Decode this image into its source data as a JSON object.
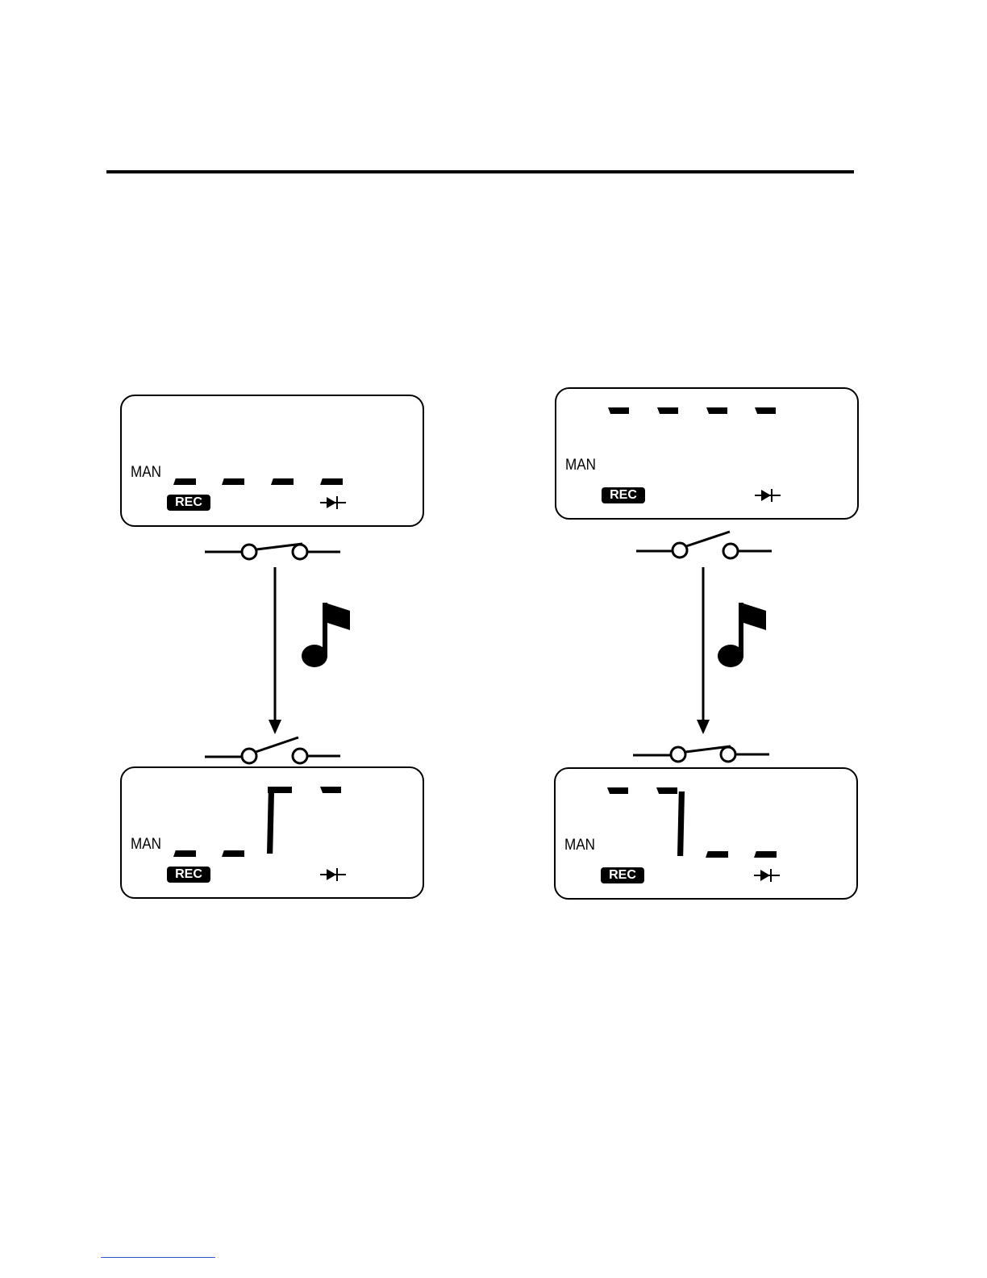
{
  "panels": [
    {
      "name": "left-top",
      "man_label": "MAN",
      "rec_label": "REC",
      "digits": [
        "-",
        "-",
        "-",
        "-"
      ]
    },
    {
      "name": "left-bottom",
      "man_label": "MAN",
      "rec_label": "REC",
      "digits": [
        "-",
        "-",
        "[",
        "-"
      ]
    },
    {
      "name": "right-top",
      "man_label": "MAN",
      "rec_label": "REC",
      "digits": [
        "-",
        "-",
        "-",
        "-"
      ]
    },
    {
      "name": "right-bottom",
      "man_label": "MAN",
      "rec_label": "REC",
      "digits": [
        "-",
        "7",
        "_",
        "_"
      ]
    }
  ],
  "switch_states": {
    "left_top": "closed",
    "left_bottom": "open",
    "right_top": "open",
    "right_bottom": "closed"
  },
  "icons": {
    "note": "music-note-icon",
    "diode": "diode-icon",
    "arrow": "down-arrow-icon"
  }
}
